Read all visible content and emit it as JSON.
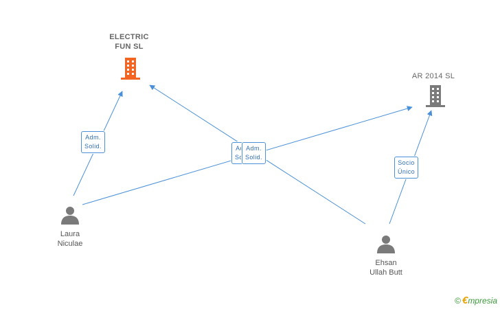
{
  "colors": {
    "edge": "#4a90d9",
    "company_active": "#f26522",
    "company_inactive": "#7a7a7a",
    "person": "#7a7a7a"
  },
  "nodes": {
    "electric_fun": {
      "name_line1": "ELECTRIC",
      "name_line2": "FUN  SL",
      "icon": "building-icon"
    },
    "ar2014": {
      "name": "AR 2014  SL",
      "icon": "building-icon"
    },
    "laura": {
      "name_line1": "Laura",
      "name_line2": "Niculae",
      "icon": "person-icon"
    },
    "ehsan": {
      "name_line1": "Ehsan",
      "name_line2": "Ullah Butt",
      "icon": "person-icon"
    }
  },
  "edge_labels": {
    "laura_electric": {
      "line1": "Adm.",
      "line2": "Solid."
    },
    "behind_center": {
      "line1": "Adm.",
      "line2": "Solid."
    },
    "ehsan_electric": {
      "line1": "Adm.",
      "line2": "Solid."
    },
    "ehsan_ar2014": {
      "line1": "Socio",
      "line2": "Único"
    }
  },
  "footer": {
    "copyright": "©",
    "brand_initial": "€",
    "brand_rest": "mpresia"
  }
}
